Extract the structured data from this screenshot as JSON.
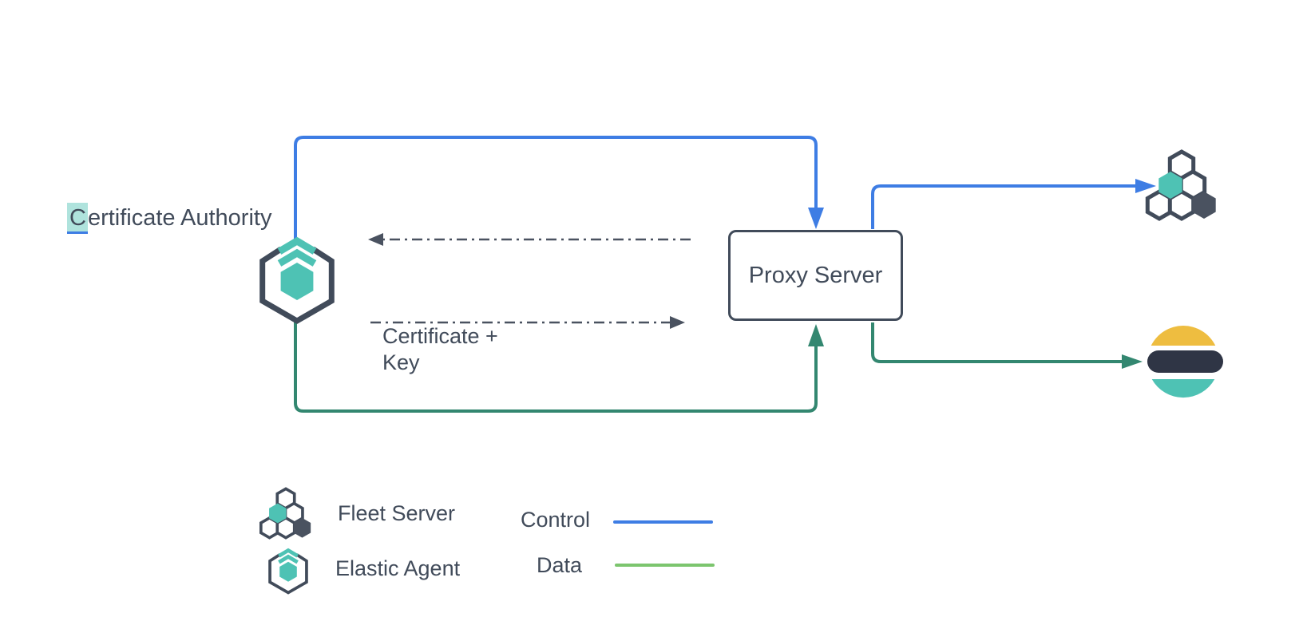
{
  "labels": {
    "certificate_authority_first": "C",
    "certificate_authority_rest": "ertificate Authority",
    "proxy_server": "Proxy Server",
    "certificate_key": "Certificate +\nKey"
  },
  "legend": {
    "fleet_server": "Fleet Server",
    "elastic_agent": "Elastic Agent",
    "control": "Control",
    "data": "Data"
  },
  "colors": {
    "control_blue": "#3e7de4",
    "data_green": "#338770",
    "legend_data_green": "#7cc56e",
    "slate": "#414b5a",
    "teal": "#4ec2b4",
    "elastic_yellow": "#eebd40",
    "elastic_dark": "#2f3545",
    "selection_highlight": "rgba(78,194,180,0.45)"
  },
  "icons": {
    "elastic_agent": "hexagon-outline-with-teal-hexagon-and-chevrons",
    "fleet_server": "honeycomb-hexagon-cluster",
    "elasticsearch": "elasticsearch-logo-three-bands"
  },
  "diagram": {
    "nodes": [
      {
        "id": "certificate-authority",
        "label": "Certificate Authority",
        "type": "label"
      },
      {
        "id": "elastic-agent",
        "label": "",
        "type": "elastic-agent-icon"
      },
      {
        "id": "proxy-server",
        "label": "Proxy Server",
        "type": "box"
      },
      {
        "id": "fleet-server",
        "label": "",
        "type": "fleet-server-icon"
      },
      {
        "id": "elasticsearch",
        "label": "",
        "type": "elasticsearch-icon"
      }
    ],
    "edges": [
      {
        "from": "elastic-agent",
        "to": "proxy-server",
        "type": "control",
        "style": "solid-blue"
      },
      {
        "from": "proxy-server",
        "to": "fleet-server",
        "type": "control",
        "style": "solid-blue"
      },
      {
        "from": "elastic-agent",
        "to": "proxy-server",
        "type": "data",
        "style": "solid-green"
      },
      {
        "from": "proxy-server",
        "to": "elasticsearch",
        "type": "data",
        "style": "solid-green"
      },
      {
        "from": "proxy-server",
        "to": "elastic-agent",
        "type": "certificate-request",
        "style": "dash-dot"
      },
      {
        "from": "elastic-agent",
        "to": "proxy-server",
        "type": "certificate-key",
        "style": "dash-dot",
        "label": "Certificate + Key"
      }
    ]
  }
}
